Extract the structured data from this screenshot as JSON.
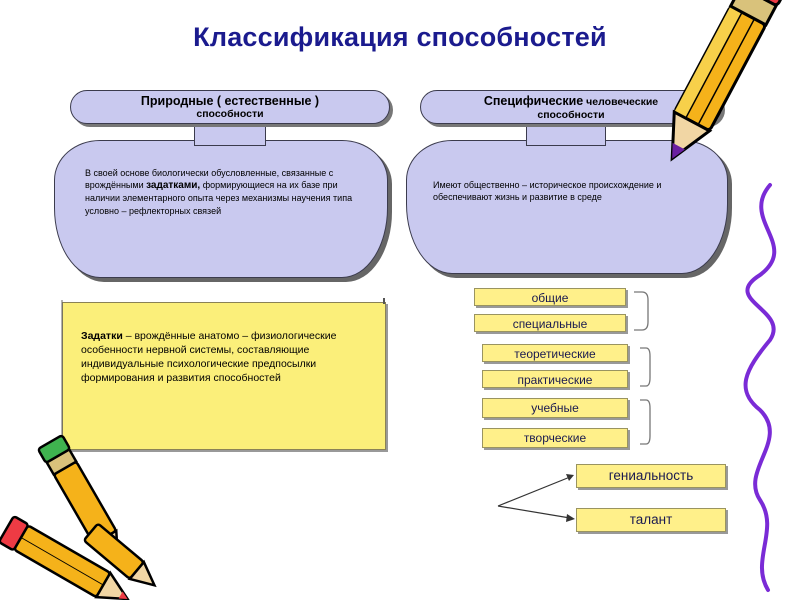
{
  "title": "Классификация способностей",
  "natural": {
    "heading_line1": "Природные ( естественные )",
    "heading_line2": "способности",
    "description": "В своей основе биологически обусловленные, связанные с врождёнными ",
    "description_bold": "задатками,",
    "description_rest": " формирующиеся на их базе при наличии элементарного опыта через механизмы научения типа условно – рефлекторных связей"
  },
  "specific": {
    "heading_line1_bold": "Специфические",
    "heading_line1_small": " человеческие",
    "heading_line2": "способности",
    "description": "Имеют общественно – историческое происхождение и обеспечивают жизнь и развитие в среде"
  },
  "zadatki": {
    "term": "Задатки",
    "definition": " – врождённые анатомо – физиологические особенности нервной системы, составляющие индивидуальные психологические предпосылки формирования и развития способностей"
  },
  "types": {
    "general": "общие",
    "special": "специальные",
    "theoretical": "теоретические",
    "practical": "практические",
    "educational": "учебные",
    "creative": "творческие"
  },
  "levels": {
    "genius": "гениальность",
    "talent": "талант"
  },
  "colors": {
    "title": "#1b1b8e",
    "bubble_fill": "#c9c9ef",
    "yellow_fill": "#fbef7a",
    "tag_fill": "#fff08a"
  },
  "icons": [
    "pencil-top-right",
    "pencils-bottom-left"
  ]
}
